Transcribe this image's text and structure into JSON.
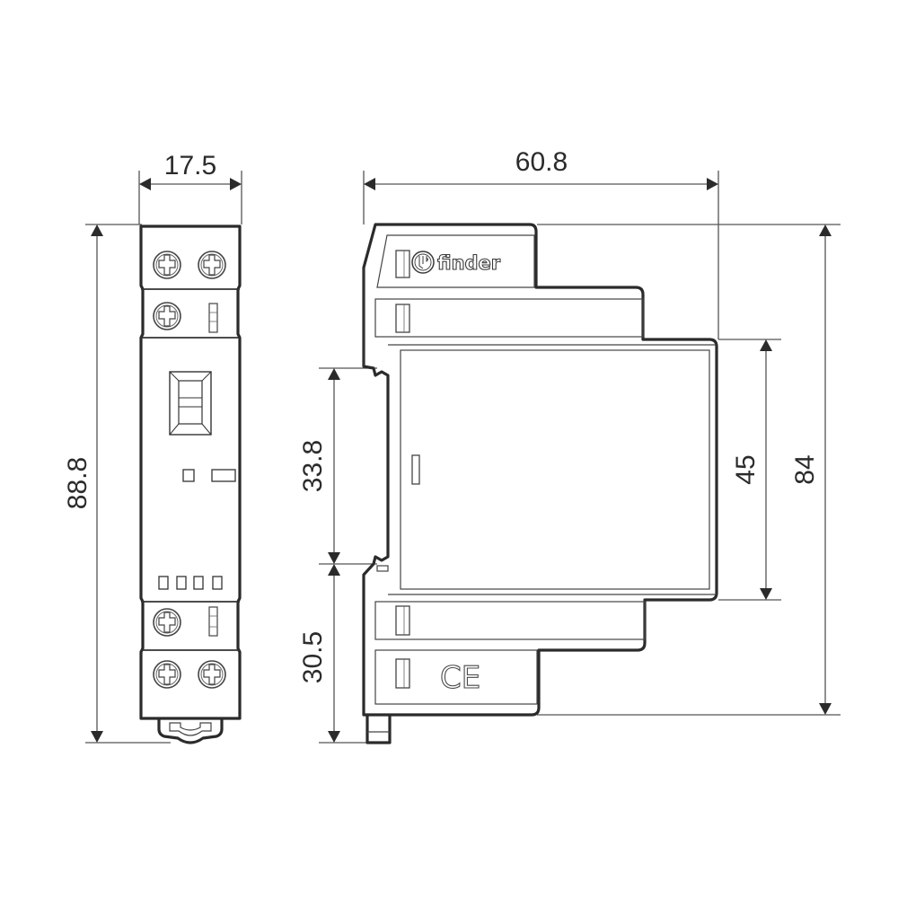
{
  "diagram": {
    "title": "Finder modular DIN-rail device dimensional drawing",
    "units": "mm",
    "colors": {
      "line": "#2b2b2b",
      "background": "#ffffff"
    },
    "front_view": {
      "width_label": "17.5",
      "height_label": "88.8",
      "top_terminals": 3,
      "bottom_terminals": 3,
      "led_indicators": 4
    },
    "side_view": {
      "overall_width_label": "60.8",
      "overall_height_label": "84",
      "front_face_height_label": "45",
      "rail_clip_height_label": "33.8",
      "lower_section_height_label": "30.5",
      "brand_logo": "finder",
      "certification_mark": "CE"
    }
  }
}
